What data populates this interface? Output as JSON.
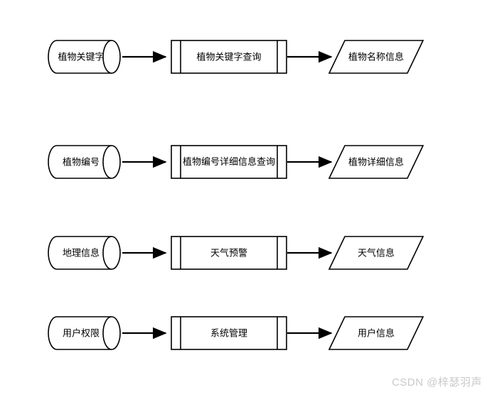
{
  "diagram": {
    "type": "data-flow-diagram",
    "background_color": "#ffffff",
    "stroke_color": "#000000",
    "rows": [
      {
        "store_label": "植物关键字",
        "process_label": "植物关键字查询",
        "output_label": "植物名称信息"
      },
      {
        "store_label": "植物编号",
        "process_label": "植物编号详细信息查询",
        "output_label": "植物详细信息"
      },
      {
        "store_label": "地理信息",
        "process_label": "天气预警",
        "output_label": "天气信息"
      },
      {
        "store_label": "用户权限",
        "process_label": "系统管理",
        "output_label": "用户信息"
      }
    ]
  },
  "watermark": {
    "text": "CSDN @梓瑟羽声",
    "color": "#c9c9c9"
  }
}
